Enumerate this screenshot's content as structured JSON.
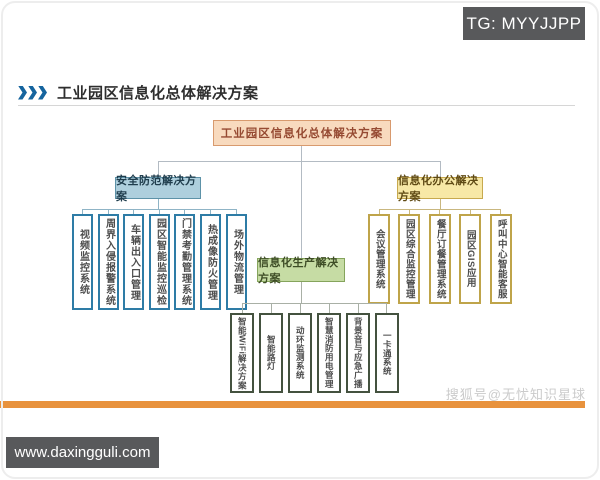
{
  "badges": {
    "tg": "TG: MYYJJPP",
    "website": "www.daxingguli.com"
  },
  "watermark": "搜狐号@无忧知识星球",
  "title": {
    "chevron_icon": "triple-chevron-right",
    "text": "工业园区信息化总体解决方案"
  },
  "diagram": {
    "root": "工业园区信息化总体解决方案",
    "root_colors": {
      "bg": "#f8dabe",
      "border": "#d89a6e",
      "text": "#964a32"
    },
    "accent_bar_color": "#e8923d",
    "badge_bg_color": "#58595b",
    "connector_color": "#b3bbc3",
    "branches": [
      {
        "title": "安全防范解决方案",
        "header_bg": "#aecfdd",
        "header_border": "#5d92a8",
        "child_border": "#2e7ca6",
        "children": [
          "视频监控系统",
          "周界入侵报警系统",
          "车辆出入口管理",
          "园区智能监控巡检",
          "门禁考勤管理系统",
          "热成像防火管理",
          "场外物流管理"
        ]
      },
      {
        "title": "信息化生产解决方案",
        "header_bg": "#c6dca4",
        "header_border": "#85a45c",
        "child_border": "#44523f",
        "children": [
          "智能WiFi解决方案",
          "智能路灯",
          "动环监测系统",
          "智慧消防用电管理",
          "背景音与应急广播",
          "一卡通系统"
        ]
      },
      {
        "title": "信息化办公解决方案",
        "header_bg": "#f7e8a6",
        "header_border": "#c7a94e",
        "child_border": "#bfa44a",
        "children": [
          "会议管理系统",
          "园区综合监控管理",
          "餐厅订餐管理系统",
          "园区GIS应用",
          "呼叫中心智能客服"
        ]
      }
    ]
  }
}
